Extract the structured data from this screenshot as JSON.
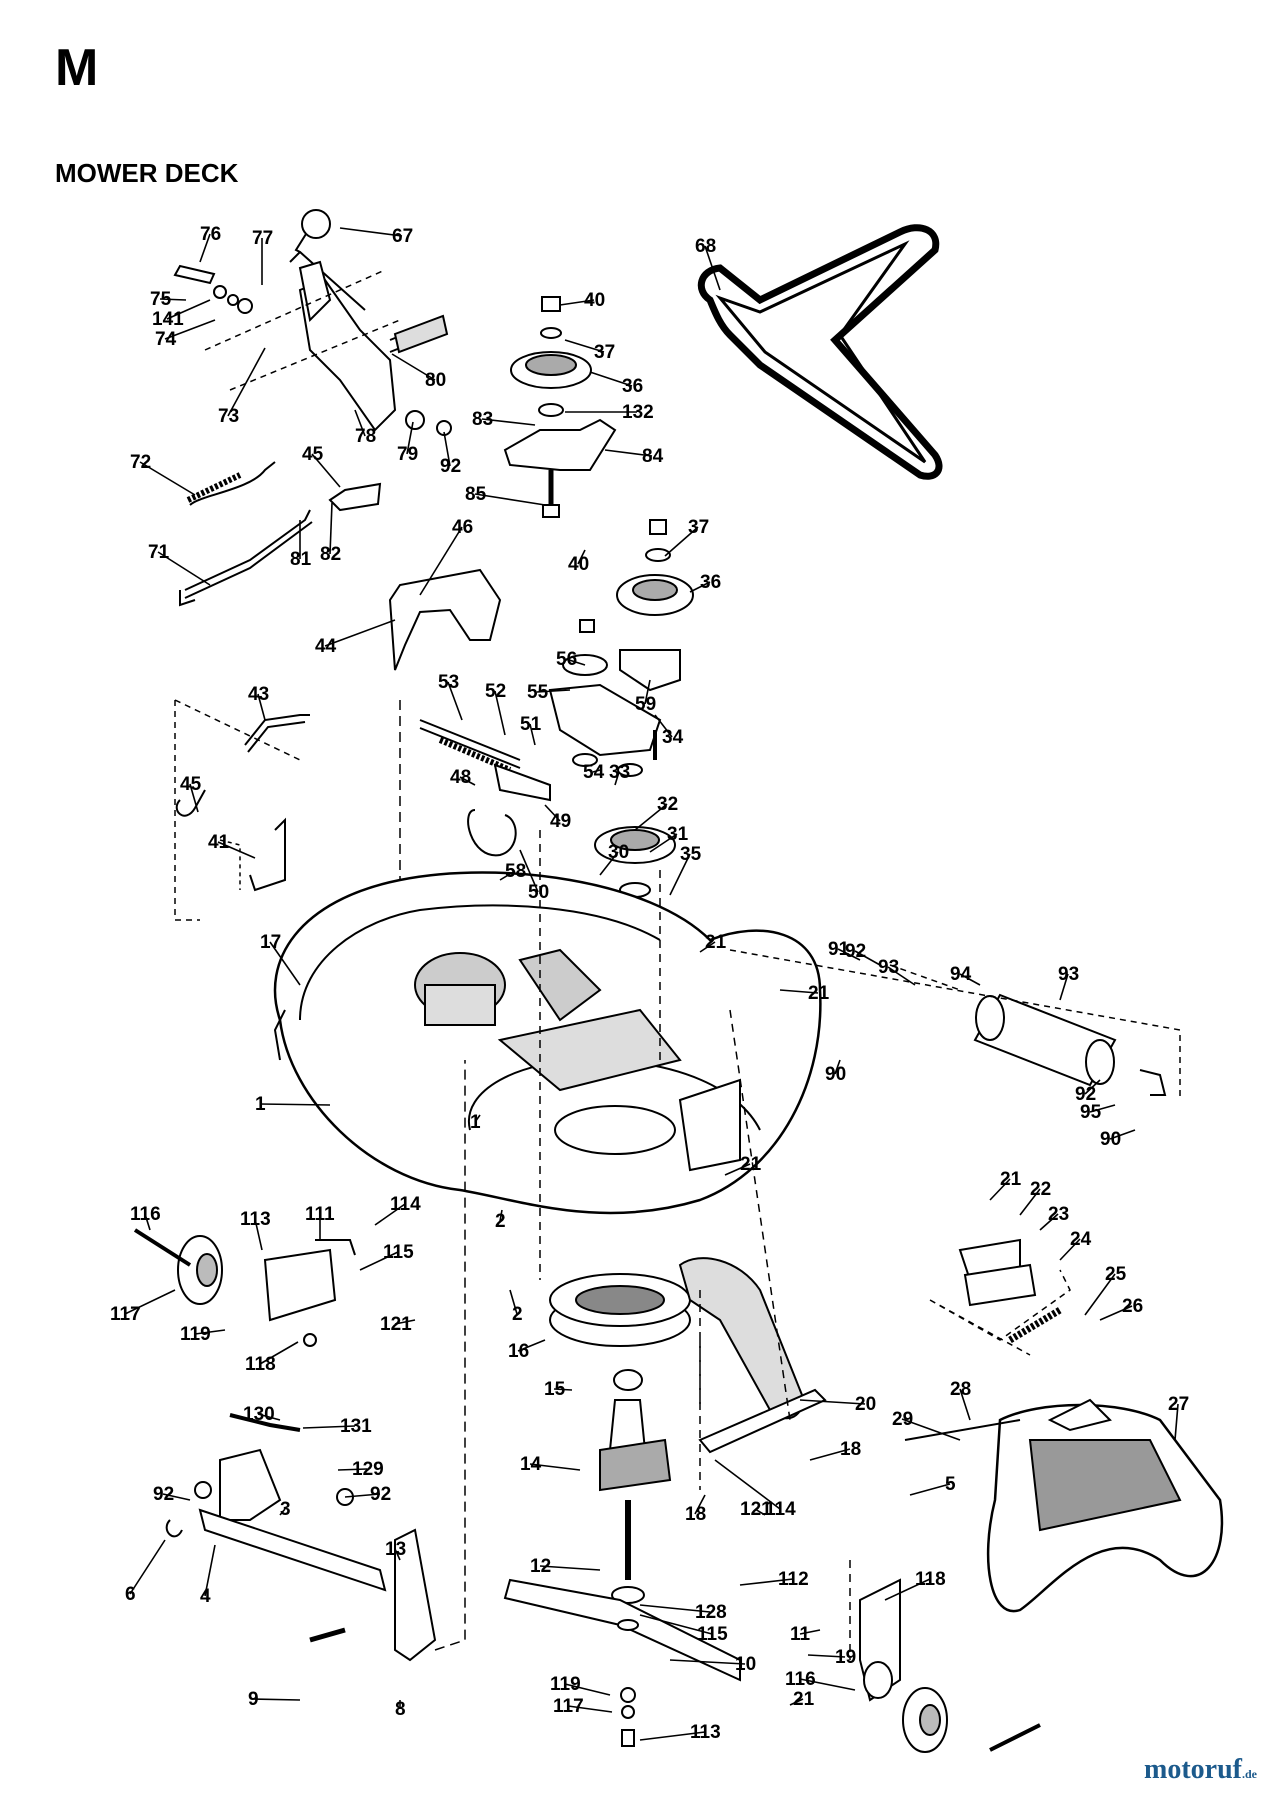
{
  "page_letter": "M",
  "section_title": "MOWER DECK",
  "watermark": {
    "name": "motoruf",
    "tld": ".de"
  },
  "callouts": [
    "76",
    "77",
    "67",
    "75",
    "141",
    "74",
    "80",
    "73",
    "78",
    "79",
    "92",
    "72",
    "45",
    "81",
    "82",
    "71",
    "68",
    "40",
    "37",
    "36",
    "132",
    "83",
    "84",
    "85",
    "46",
    "44",
    "40",
    "37",
    "36",
    "56",
    "59",
    "55",
    "53",
    "52",
    "51",
    "34",
    "54",
    "33",
    "48",
    "49",
    "32",
    "31",
    "50",
    "58",
    "35",
    "30",
    "43",
    "45",
    "41",
    "17",
    "21",
    "21",
    "90",
    "91",
    "92",
    "93",
    "94",
    "93",
    "92",
    "95",
    "90",
    "1",
    "1",
    "2",
    "21",
    "116",
    "113",
    "111",
    "114",
    "115",
    "117",
    "119",
    "121",
    "118",
    "2",
    "16",
    "21",
    "22",
    "23",
    "24",
    "25",
    "26",
    "15",
    "20",
    "18",
    "28",
    "29",
    "27",
    "130",
    "131",
    "129",
    "92",
    "92",
    "14",
    "3",
    "18",
    "114",
    "121",
    "5",
    "6",
    "4",
    "13",
    "12",
    "128",
    "115",
    "112",
    "118",
    "11",
    "19",
    "21",
    "10",
    "9",
    "8",
    "119",
    "117",
    "113",
    "116"
  ]
}
